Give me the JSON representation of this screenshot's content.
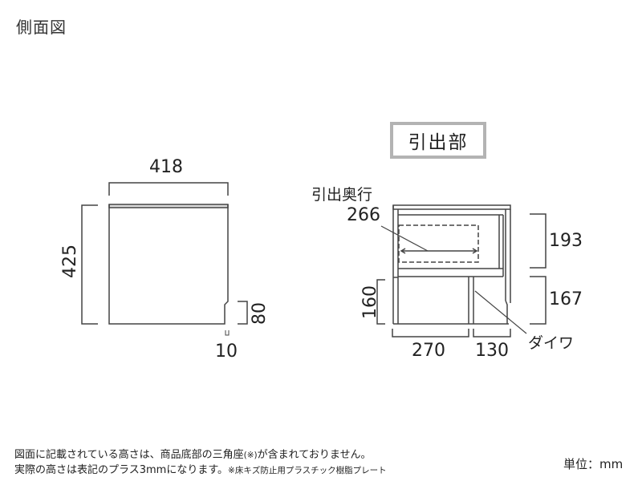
{
  "title": "側面図",
  "side_view": {
    "width_label": "418",
    "height_label": "425",
    "base_height_label": "80",
    "base_inset_label": "10"
  },
  "drawer_section": {
    "heading": "引出部",
    "depth_caption": "引出奥行",
    "depth_value": "266",
    "upper_height": "193",
    "lower_height": "167",
    "inner_height": "160",
    "bottom_left_width": "270",
    "bottom_right_width": "130",
    "caster_label": "ダイワ"
  },
  "notes": {
    "line1": "図面に記載されている高さは、商品底部の三角座",
    "line1_mark": "(※)",
    "line1_end": "が含まれておりません。",
    "line2": "実際の高さは表記のプラス3mmになります。",
    "line2_footnote": "※床キズ防止用プラスチック樹脂プレート"
  },
  "unit": "単位：mm",
  "colors": {
    "line": "#444444",
    "box_border": "#b3b3b3",
    "text": "#222222"
  }
}
